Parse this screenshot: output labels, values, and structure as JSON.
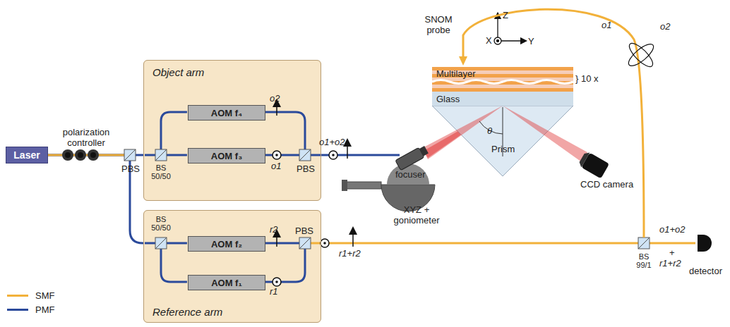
{
  "diagram": {
    "nodes": [
      {
        "text": [
          "Laser"
        ]
      },
      {
        "text": [
          "Object arm"
        ]
      },
      {
        "text": [
          "AOM f₄"
        ],
        "in": 1
      },
      {
        "text": [
          "AOM f₃"
        ],
        "in": 1
      },
      {
        "text": [
          "Reference arm"
        ]
      },
      {
        "text": [
          "AOM f₂"
        ],
        "in": 4
      },
      {
        "text": [
          "AOM f₁"
        ],
        "in": 4
      }
    ],
    "edges": [
      {
        "from": 0,
        "to": 1,
        "arrow": "none"
      },
      {
        "from": 0,
        "to": 4,
        "arrow": "none"
      }
    ],
    "labels": [
      "polarization controller",
      "PBS",
      "BS 50/50",
      "o2",
      "o1",
      "PBS",
      "o1+o2",
      "focuser",
      "XYZ + goniometer",
      "SNOM probe",
      "Z",
      "X",
      "Y",
      "Multilayer",
      "} 10 x",
      "Glass",
      "θ",
      "Prism",
      "CCD camera",
      "o1",
      "o2",
      "BS 50/50",
      "r2",
      "PBS",
      "r1",
      "r1+r2",
      "BS 99/1",
      "o1+o2",
      "+",
      "r1+r2",
      "detector"
    ],
    "legend": [
      {
        "text": "SMF",
        "color": "#f2b13a"
      },
      {
        "text": "PMF",
        "color": "#2b4a9b"
      }
    ]
  }
}
